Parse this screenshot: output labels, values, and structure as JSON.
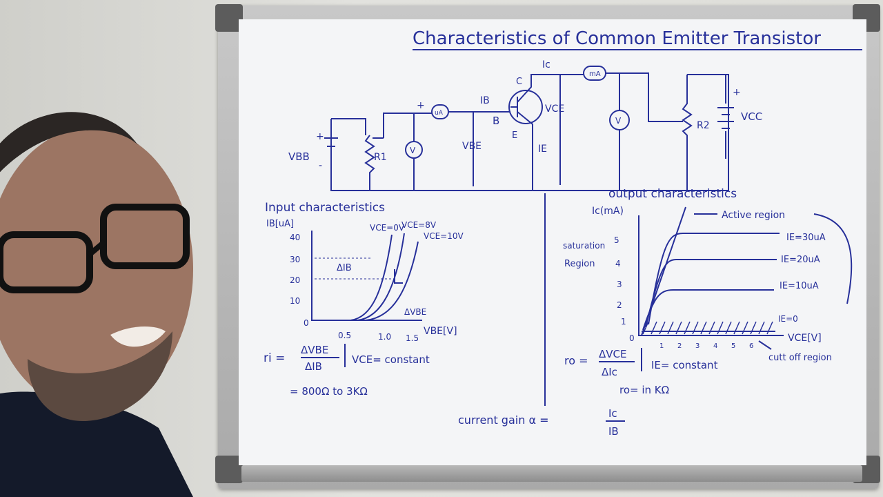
{
  "title": "Characteristics of Common Emitter Transistor",
  "circuit": {
    "vbb": "VBB",
    "r1": "R1",
    "vbe": "VBE",
    "ib": "IB",
    "ua": "uA",
    "b": "B",
    "c": "C",
    "e": "E",
    "ic": "Ic",
    "ma": "mA",
    "vce": "VCE",
    "ie": "IE",
    "r2": "R2",
    "vcc": "VCC",
    "plus": "+",
    "minus": "-",
    "v": "V"
  },
  "input": {
    "heading": "Input characteristics",
    "ylabel": "IB[uA]",
    "xlabel": "VBE[V]",
    "yticks": [
      "40",
      "30",
      "20",
      "10",
      "0"
    ],
    "xticks": [
      "0.5",
      "1.0",
      "1.5"
    ],
    "curves": [
      "VCE=0V",
      "VCE=8V",
      "VCE=10V"
    ],
    "delta_ib": "ΔIB",
    "delta_vbe": "ΔVBE",
    "formula_lhs": "ri =",
    "formula_num": "ΔVBE",
    "formula_den": "ΔIB",
    "formula_cond": "VCE= constant",
    "formula_result": "= 800Ω to 3KΩ"
  },
  "output": {
    "heading": "output characteristics",
    "ylabel": "Ic(mA)",
    "xlabel": "VCE[V]",
    "yticks": [
      "5",
      "4",
      "3",
      "2",
      "1",
      "0"
    ],
    "xticks": [
      "1",
      "2",
      "3",
      "4",
      "5",
      "6"
    ],
    "active": "Active region",
    "saturation1": "saturation",
    "saturation2": "Region",
    "curves": [
      "IE=30uA",
      "IE=20uA",
      "IE=10uA",
      "IE=0"
    ],
    "cutoff": "cutt off region",
    "formula_lhs": "ro =",
    "formula_num": "ΔVCE",
    "formula_den": "ΔIc",
    "formula_cond": "IE= constant",
    "formula_result": "ro= in KΩ"
  },
  "gain": {
    "label": "current gain α =",
    "num": "Ic",
    "den": "IB"
  }
}
